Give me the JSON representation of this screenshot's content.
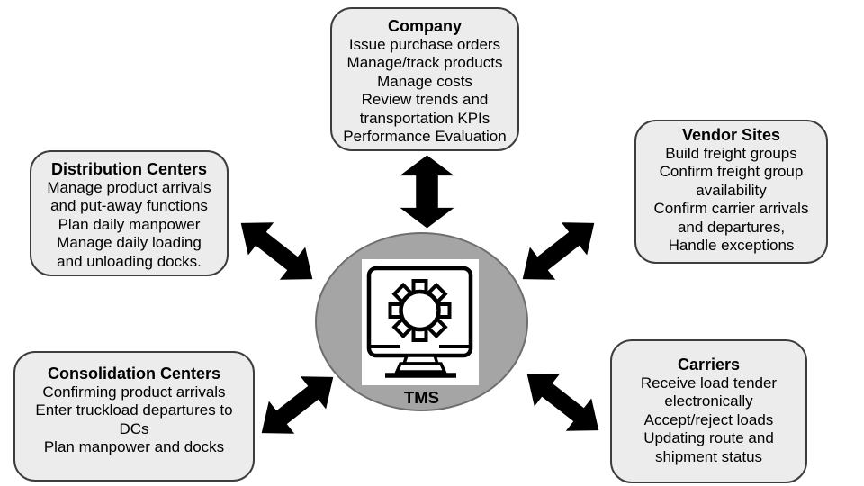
{
  "colors": {
    "background": "#ffffff",
    "node_fill": "#ececec",
    "node_border": "#3d3d3d",
    "hub_fill": "#a5a5a5",
    "hub_border": "#6e6e6e",
    "arrow": "#000000",
    "text": "#000000"
  },
  "hub": {
    "label": "TMS",
    "icon": "monitor-gear-icon"
  },
  "nodes": [
    {
      "id": "company",
      "title": "Company",
      "lines": [
        "Issue purchase orders",
        "Manage/track products",
        "Manage costs",
        "Review trends and",
        "transportation KPIs",
        "Performance Evaluation"
      ]
    },
    {
      "id": "distribution-centers",
      "title": "Distribution Centers",
      "lines": [
        "Manage product arrivals",
        "and put-away functions",
        "Plan daily manpower",
        "Manage daily loading",
        "and unloading docks."
      ]
    },
    {
      "id": "vendor-sites",
      "title": "Vendor Sites",
      "lines": [
        "Build freight groups",
        "Confirm freight group",
        "availability",
        "Confirm carrier arrivals",
        "and departures,",
        "Handle exceptions"
      ]
    },
    {
      "id": "consolidation-centers",
      "title": "Consolidation Centers",
      "lines": [
        "Confirming product arrivals",
        "Enter truckload departures to",
        "DCs",
        "Plan manpower and docks"
      ]
    },
    {
      "id": "carriers",
      "title": "Carriers",
      "lines": [
        "Receive load tender",
        "electronically",
        "Accept/reject loads",
        "Updating route and",
        "shipment status"
      ]
    }
  ],
  "connections": [
    {
      "from": "TMS",
      "to": "Company",
      "bidirectional": true
    },
    {
      "from": "TMS",
      "to": "Distribution Centers",
      "bidirectional": true
    },
    {
      "from": "TMS",
      "to": "Vendor Sites",
      "bidirectional": true
    },
    {
      "from": "TMS",
      "to": "Consolidation Centers",
      "bidirectional": true
    },
    {
      "from": "TMS",
      "to": "Carriers",
      "bidirectional": true
    }
  ]
}
